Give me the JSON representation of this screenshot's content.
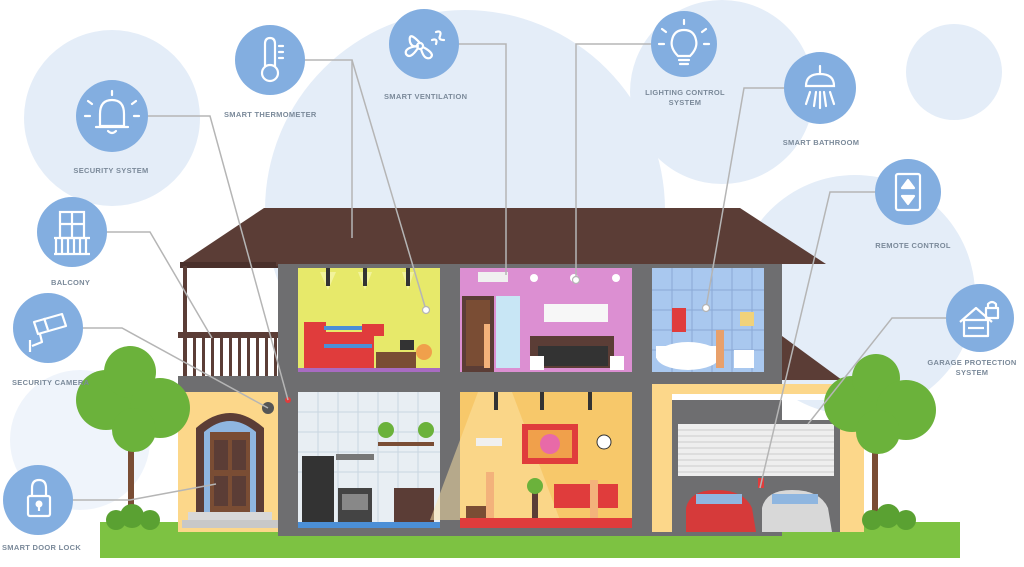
{
  "labels": {
    "security_system": "SECURITY SYSTEM",
    "smart_thermometer": "SMART THERMOMETER",
    "smart_ventilation": "SMART VENTILATION",
    "lighting_control_line1": "LIGHTING CONTROL",
    "lighting_control_line2": "SYSTEM",
    "smart_bathroom": "SMART BATHROOM",
    "remote_control": "REMOTE CONTROL",
    "balcony": "BALCONY",
    "security_camera": "SECURITY CAMERA",
    "garage_protection_line1": "GARAGE PROTECTION",
    "garage_protection_line2": "SYSTEM",
    "smart_door_lock": "SMART DOOR LOCK"
  },
  "icons": {
    "security_system": "bell-icon",
    "smart_thermometer": "thermometer-icon",
    "smart_ventilation": "fan-icon",
    "lighting_control": "light-bulb-icon",
    "smart_bathroom": "shower-icon",
    "remote_control": "remote-icon",
    "balcony": "balcony-icon",
    "security_camera": "camera-icon",
    "garage_protection": "garage-lock-icon",
    "smart_door_lock": "padlock-icon"
  },
  "colors": {
    "icon_circle": "#83aee0",
    "bg_bubble": "#e4edf8",
    "roof": "#5b3d36",
    "wall_gray": "#6e6e70",
    "facade_yellow": "#fcd78a",
    "grass": "#7dc242",
    "tree": "#6bb23b",
    "connector": "#b5b5b5"
  }
}
